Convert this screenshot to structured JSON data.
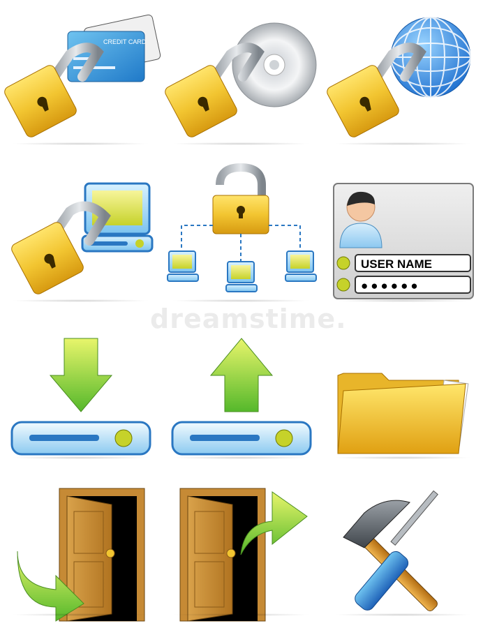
{
  "icons": {
    "credit_card_text": "CREDIT CARD",
    "login_username_text": "USER NAME",
    "login_password_text": "●●●●●●"
  },
  "watermark_text": "dreamstime."
}
